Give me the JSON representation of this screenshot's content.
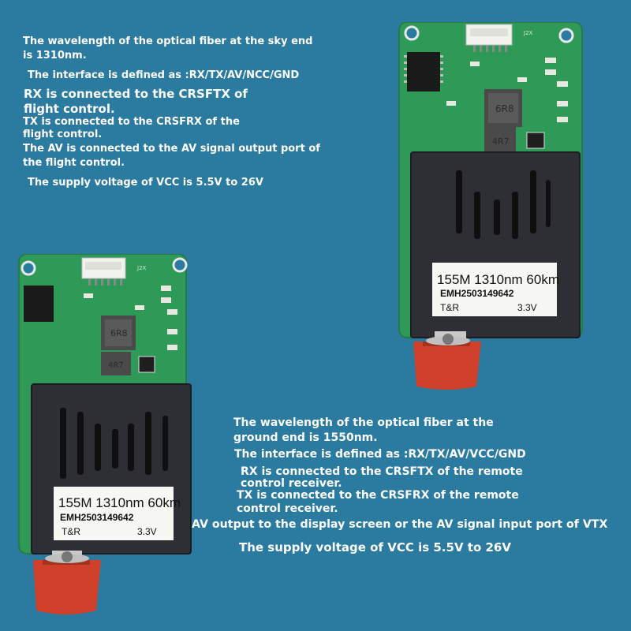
{
  "sky_end": {
    "lines": [
      "The wavelength of the optical fiber at the sky end",
      "is 1310nm.",
      "The interface is defined as :RX/TX/AV/NCC/GND",
      "RX is connected to the CRSFTX of",
      "flight control.",
      "TX is connected to the CRSFRX of the",
      "flight control.",
      "The AV is connected to the AV signal output port of",
      "the flight control.",
      "The supply voltage of VCC is 5.5V to 26V"
    ]
  },
  "ground_end": {
    "lines": [
      "The wavelength of the optical fiber at the",
      "ground end is 1550nm.",
      "The interface is defined as :RX/TX/AV/VCC/GND",
      "RX is connected to the CRSFTX of the remote",
      "control receiver.",
      "TX is connected to the CRSFRX of the remote",
      "control receiver.",
      "AV output to the display screen or the AV signal input port of VTX",
      "The supply voltage of VCC is 5.5V to 26V"
    ]
  },
  "module_label": {
    "line1": "155M 1310nm 60km",
    "line2": "EMH2503149642",
    "line3_left": "T&R",
    "line3_right": "3.3V"
  },
  "pcb_marks": {
    "inductor1": "6R8",
    "inductor2": "4R7",
    "silk": "J2X"
  },
  "colors": {
    "background": "#2b7aa0",
    "pcb": "#2f9a57",
    "housing": "#2d2f35",
    "connector": "#d0412c"
  }
}
